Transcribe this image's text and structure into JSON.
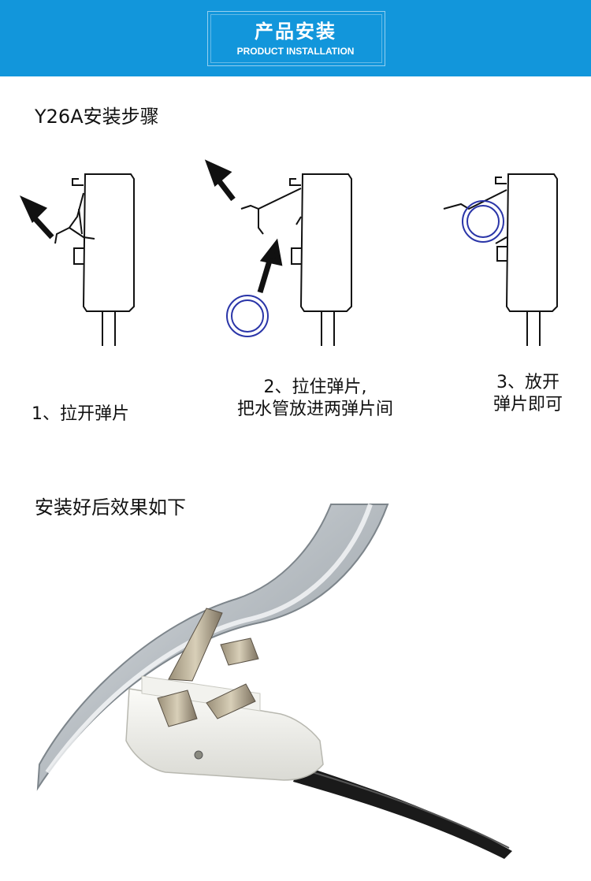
{
  "header": {
    "title": "产品安装",
    "subtitle": "PRODUCT INSTALLATION"
  },
  "steps_section": {
    "heading": "Y26A安装步骤",
    "steps": [
      {
        "label_line1": "1、拉开弹片",
        "label_line2": ""
      },
      {
        "label_line1": "2、拉住弹片,",
        "label_line2": "把水管放进两弹片间"
      },
      {
        "label_line1": "3、放开",
        "label_line2": "弹片即可"
      }
    ]
  },
  "result_section": {
    "heading": "安装好后效果如下"
  },
  "colors": {
    "banner": "#1296db",
    "pipe_ring": "#2a35a8",
    "clip_body": "#f1f1ed",
    "cable": "#1a1a1a"
  }
}
